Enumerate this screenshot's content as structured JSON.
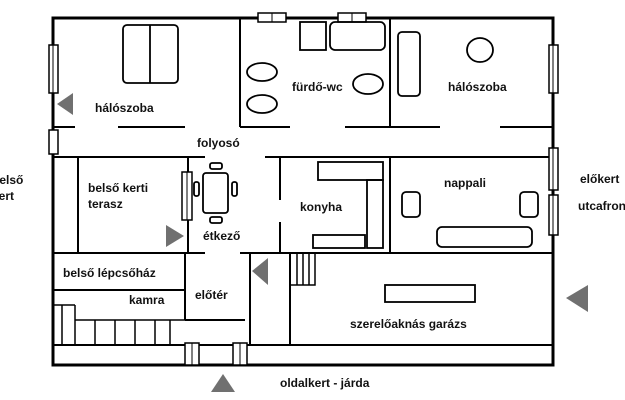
{
  "rooms": {
    "bedroom_left": "hálószoba",
    "bathroom": "fürdő-wc",
    "bedroom_right": "hálószoba",
    "corridor": "folyosó",
    "terrace": "belső kerti terasz",
    "dining": "étkező",
    "kitchen": "konyha",
    "living": "nappali",
    "stairwell": "belső lépcsőház",
    "pantry": "kamra",
    "hall": "előtér",
    "garage": "szerelőaknás garázs"
  },
  "outside": {
    "left_garden": "belső kert",
    "front_garden": "előkert",
    "street_front": "utcafront",
    "side_path": "oldalkert - járda"
  },
  "colors": {
    "wall": "#000000",
    "arrow": "#707070",
    "window_fill": "#ffffff"
  }
}
